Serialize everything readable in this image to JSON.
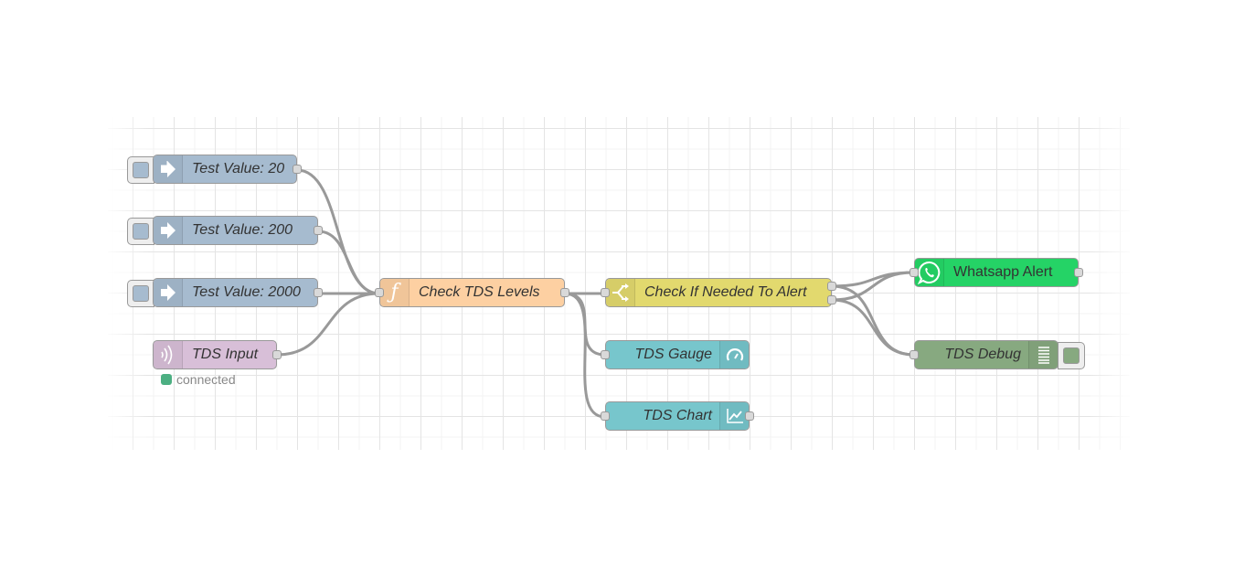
{
  "colors": {
    "inject": "#a6bbcf",
    "function": "#fdd0a2",
    "switch": "#e2d96e",
    "mqtt": "#d8bfd8",
    "dashboard": "#77c6cc",
    "whatsapp": "#25d366",
    "debug": "#87a980",
    "wire": "#999999",
    "status_connected": "#4caf82"
  },
  "nodes": {
    "test20": {
      "label": "Test Value: 20",
      "icon": "arrow-in-icon"
    },
    "test200": {
      "label": "Test Value: 200",
      "icon": "arrow-in-icon"
    },
    "test2000": {
      "label": "Test Value: 2000",
      "icon": "arrow-in-icon"
    },
    "tds_input": {
      "label": "TDS Input",
      "icon": "bridge-icon",
      "status": "connected"
    },
    "check_tds": {
      "label": "Check TDS Levels",
      "icon": "function-icon"
    },
    "check_alert": {
      "label": "Check If Needed To Alert",
      "icon": "switch-icon"
    },
    "tds_gauge": {
      "label": "TDS Gauge",
      "icon": "gauge-icon"
    },
    "tds_chart": {
      "label": "TDS Chart",
      "icon": "chart-icon"
    },
    "whatsapp": {
      "label": "Whatsapp Alert",
      "icon": "whatsapp-icon"
    },
    "tds_debug": {
      "label": "TDS Debug",
      "icon": "debug-list-icon"
    }
  }
}
